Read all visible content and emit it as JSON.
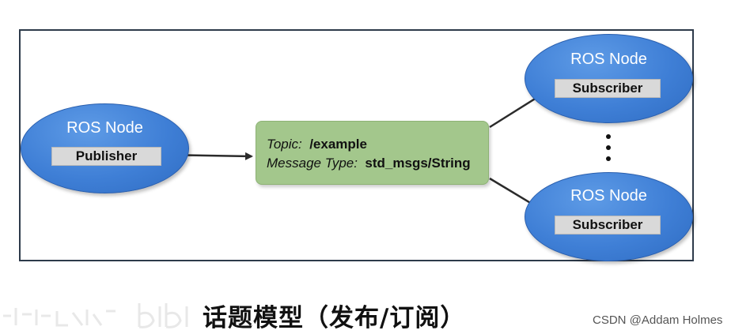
{
  "diagram": {
    "publisher_node": {
      "title": "ROS Node",
      "role": "Publisher"
    },
    "topic": {
      "topic_key": "Topic:",
      "topic_value": "/example",
      "type_key": "Message Type:",
      "type_value": "std_msgs/String"
    },
    "subscriber_nodes": [
      {
        "title": "ROS Node",
        "role": "Subscriber"
      },
      {
        "title": "ROS Node",
        "role": "Subscriber"
      }
    ],
    "colors": {
      "node_blue": "#3f7fd6",
      "topic_green": "#a3c78c",
      "label_gray": "#d9d9d9",
      "frame_border": "#2d3a4a"
    }
  },
  "caption": {
    "text": "话题模型（发布/订阅）"
  },
  "credit": {
    "text": "CSDN @Addam Holmes"
  },
  "watermark": {
    "icon": "bilibili-logo-icon"
  }
}
